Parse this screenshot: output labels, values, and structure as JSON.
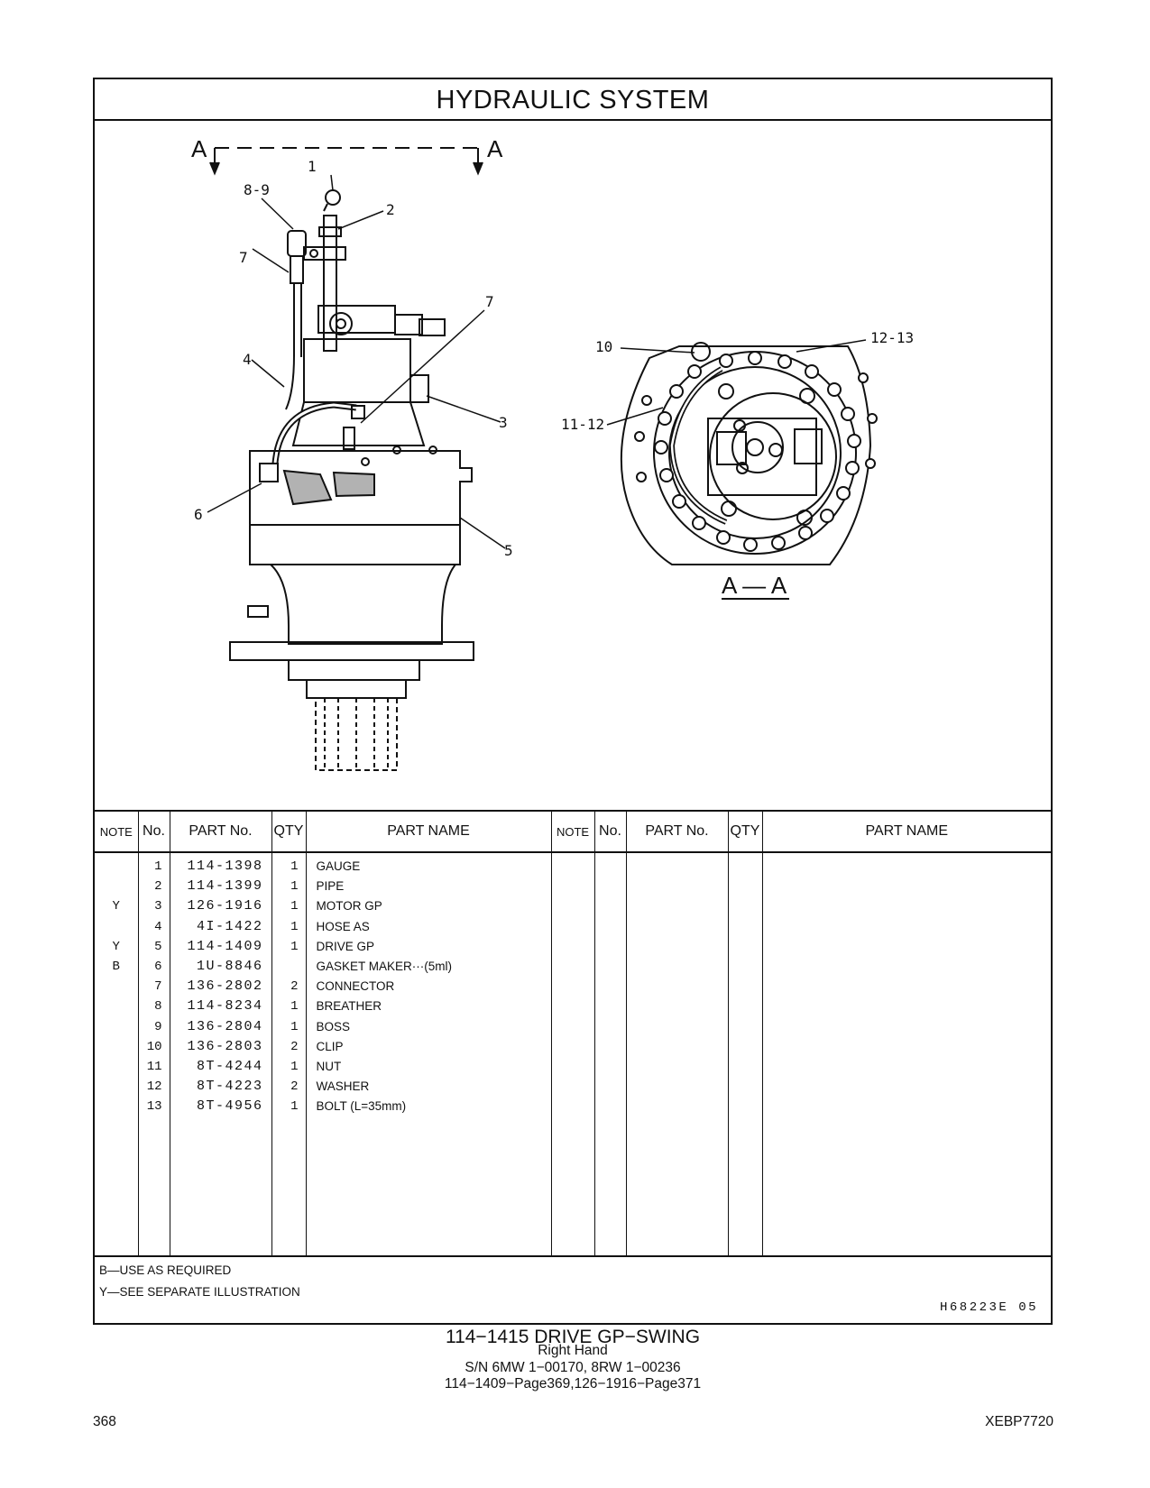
{
  "header": {
    "title": "HYDRAULIC   SYSTEM"
  },
  "illustration": {
    "section_marker": "A",
    "section_view_label": "A — A",
    "callouts": [
      "1",
      "2",
      "3",
      "4",
      "5",
      "6",
      "7",
      "7",
      "8-9",
      "10",
      "11-12",
      "12-13"
    ]
  },
  "table": {
    "headers": {
      "note": "NOTE",
      "no": "No.",
      "part_no": "PART No.",
      "qty": "QTY",
      "part_name": "PART NAME"
    },
    "rows": [
      {
        "note": "",
        "no": "1",
        "part_no": "114-1398",
        "qty": "1",
        "name": "GAUGE"
      },
      {
        "note": "",
        "no": "2",
        "part_no": "114-1399",
        "qty": "1",
        "name": "PIPE"
      },
      {
        "note": "Y",
        "no": "3",
        "part_no": "126-1916",
        "qty": "1",
        "name": "MOTOR  GP"
      },
      {
        "note": "",
        "no": "4",
        "part_no": "4I-1422",
        "qty": "1",
        "name": "HOSE  AS"
      },
      {
        "note": "Y",
        "no": "5",
        "part_no": "114-1409",
        "qty": "1",
        "name": "DRIVE  GP"
      },
      {
        "note": "B",
        "no": "6",
        "part_no": "1U-8846",
        "qty": "",
        "name": "GASKET  MAKER···(5ml)"
      },
      {
        "note": "",
        "no": "7",
        "part_no": "136-2802",
        "qty": "2",
        "name": "CONNECTOR"
      },
      {
        "note": "",
        "no": "8",
        "part_no": "114-8234",
        "qty": "1",
        "name": "BREATHER"
      },
      {
        "note": "",
        "no": "9",
        "part_no": "136-2804",
        "qty": "1",
        "name": "BOSS"
      },
      {
        "note": "",
        "no": "10",
        "part_no": "136-2803",
        "qty": "2",
        "name": "CLIP"
      },
      {
        "note": "",
        "no": "11",
        "part_no": "8T-4244",
        "qty": "1",
        "name": "NUT"
      },
      {
        "note": "",
        "no": "12",
        "part_no": "8T-4223",
        "qty": "2",
        "name": "WASHER"
      },
      {
        "note": "",
        "no": "13",
        "part_no": "8T-4956",
        "qty": "1",
        "name": "BOLT (L=35mm)"
      }
    ]
  },
  "legend": {
    "b": "B—USE  AS  REQUIRED",
    "y": "Y—SEE  SEPARATE  ILLUSTRATION",
    "drawing_code": "H68223E   05"
  },
  "caption": {
    "title": "114−1415   DRIVE  GP−SWING",
    "hand": "Right  Hand",
    "serial": "S/N 6MW 1−00170, 8RW 1−00236",
    "refs": "114−1409−Page369,126−1916−Page371"
  },
  "footer": {
    "page_number": "368",
    "doc_code": "XEBP7720"
  }
}
